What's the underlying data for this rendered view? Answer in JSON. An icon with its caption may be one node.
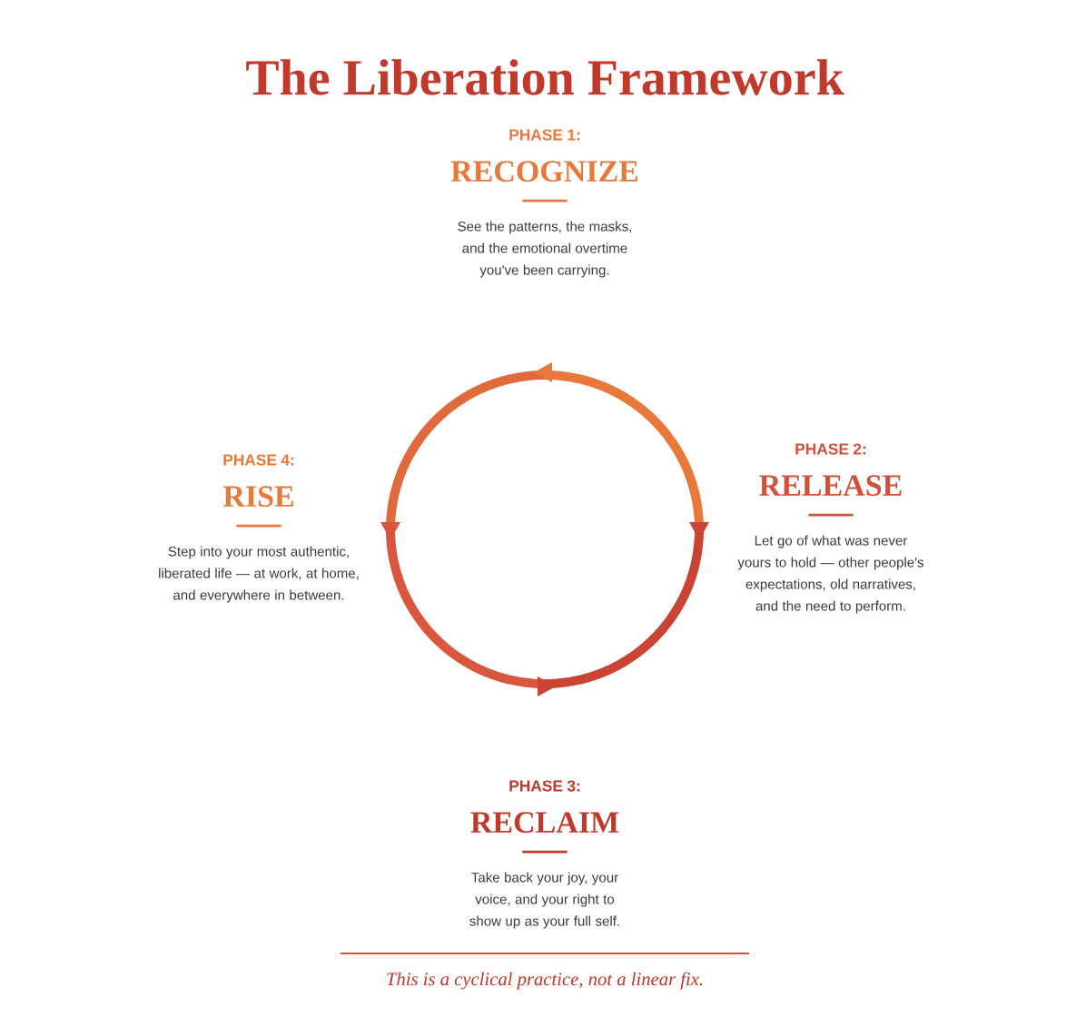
{
  "diagram": {
    "title": "The Liberation Framework",
    "nodes": [
      {
        "text": [
          "PHASE 1:",
          "RECOGNIZE",
          "See the patterns, the masks, and the emotional overtime you've been carrying."
        ]
      },
      {
        "text": [
          "PHASE 2:",
          "RELEASE",
          "Let go of what was never yours to hold — other people's expectations, old narratives, and the need to perform."
        ]
      },
      {
        "text": [
          "PHASE 3:",
          "RECLAIM",
          "Take back your joy, your voice, and your right to show up as your full self."
        ]
      },
      {
        "text": [
          "PHASE 4:",
          "RISE",
          "Step into your most authentic, liberated life — at work, at home, and everywhere in between."
        ]
      }
    ],
    "caption": "This is a cyclical practice, not a linear fix."
  }
}
